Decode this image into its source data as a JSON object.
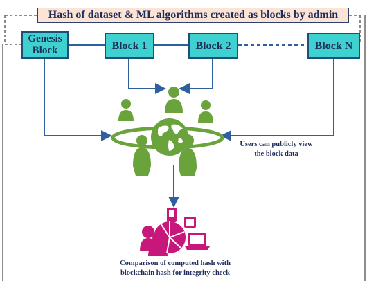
{
  "title": "Hash of dataset & ML algorithms created as blocks by admin",
  "blocks": {
    "genesis_line1": "Genesis",
    "genesis_line2": "Block",
    "block1": "Block 1",
    "block2": "Block 2",
    "blockn": "Block N"
  },
  "captions": {
    "users_line1": "Users can publicly view",
    "users_line2": "the block data",
    "compare_line1": "Comparison of computed hash with",
    "compare_line2": "blockchain hash for integrity check"
  },
  "icons": {
    "users_group": "users-around-globe-icon",
    "verification": "devices-and-people-icon"
  },
  "colors": {
    "block_fill": "#3ed1cf",
    "block_border": "#1f4e79",
    "arrow": "#2e5f9e",
    "users_green": "#6aa23c",
    "verify_magenta": "#c8177a",
    "title_fill": "#fbe4d5"
  }
}
